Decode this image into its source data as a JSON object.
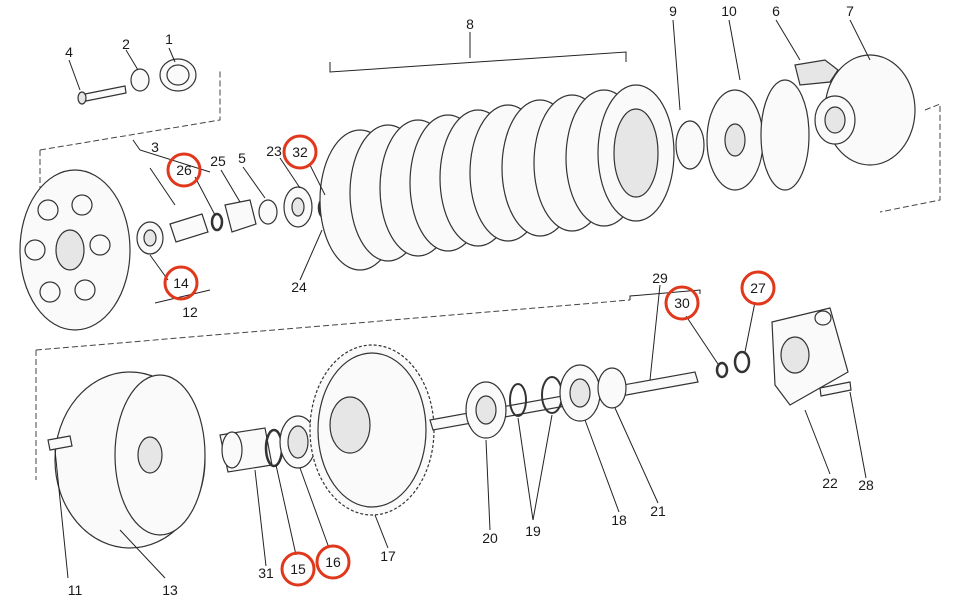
{
  "callouts": {
    "c1": "1",
    "c2": "2",
    "c3": "3",
    "c4": "4",
    "c5": "5",
    "c6": "6",
    "c7": "7",
    "c8": "8",
    "c9": "9",
    "c10": "10",
    "c11": "11",
    "c12": "12",
    "c13": "13",
    "c14": "14",
    "c15": "15",
    "c16": "16",
    "c17": "17",
    "c18": "18",
    "c19": "19",
    "c20": "20",
    "c21": "21",
    "c22": "22",
    "c23": "23",
    "c24": "24",
    "c25": "25",
    "c26": "26",
    "c27": "27",
    "c28": "28",
    "c29": "29",
    "c30": "30",
    "c31": "31",
    "c32": "32"
  },
  "highlighted_callouts": [
    "14",
    "15",
    "16",
    "26",
    "27",
    "30",
    "32"
  ],
  "highlight_color": "#e0381c"
}
